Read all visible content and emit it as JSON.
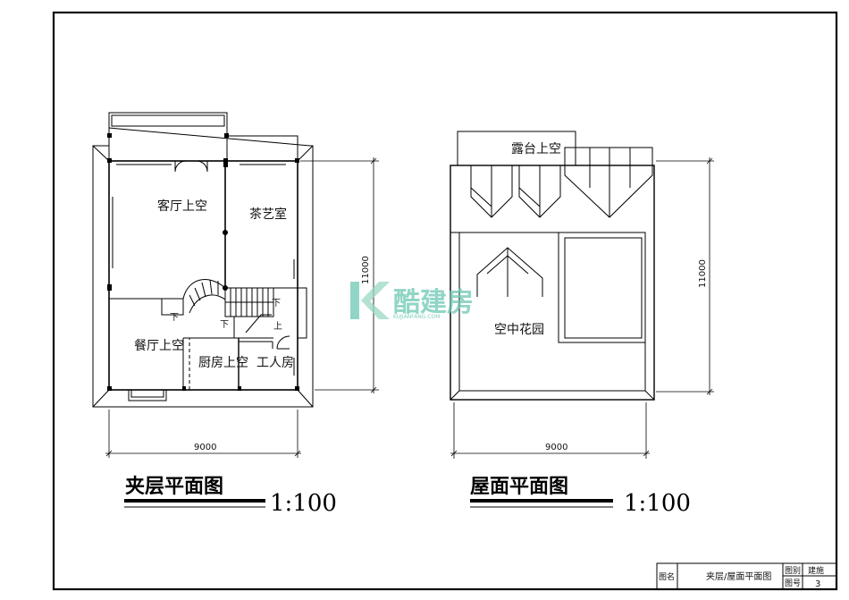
{
  "drawing": {
    "mezzanine_plan": {
      "title": "夹层平面图",
      "scale": "1:100",
      "rooms": {
        "living_void": "客厅上空",
        "tea_room": "茶艺室",
        "dining_void": "餐厅上空",
        "kitchen_void": "厨房上空",
        "worker_room": "工人房"
      },
      "stair_labels": {
        "down": "下",
        "up": "上"
      },
      "dim_width": "9000",
      "dim_depth": "11000"
    },
    "roof_plan": {
      "title": "屋面平面图",
      "scale": "1:100",
      "rooms": {
        "terrace_void": "露台上空",
        "sky_garden": "空中花园"
      },
      "dim_width": "9000",
      "dim_depth": "11000"
    },
    "watermark": {
      "brand": "酷建房",
      "letter": "K",
      "site": "KUJIANFANG.COM"
    },
    "title_block": {
      "name_label": "图名",
      "name_value": "夹层/屋面平面图",
      "sheet_label": "图别",
      "sheet_value": "建施",
      "number_label": "图号",
      "number_value": "3"
    }
  }
}
